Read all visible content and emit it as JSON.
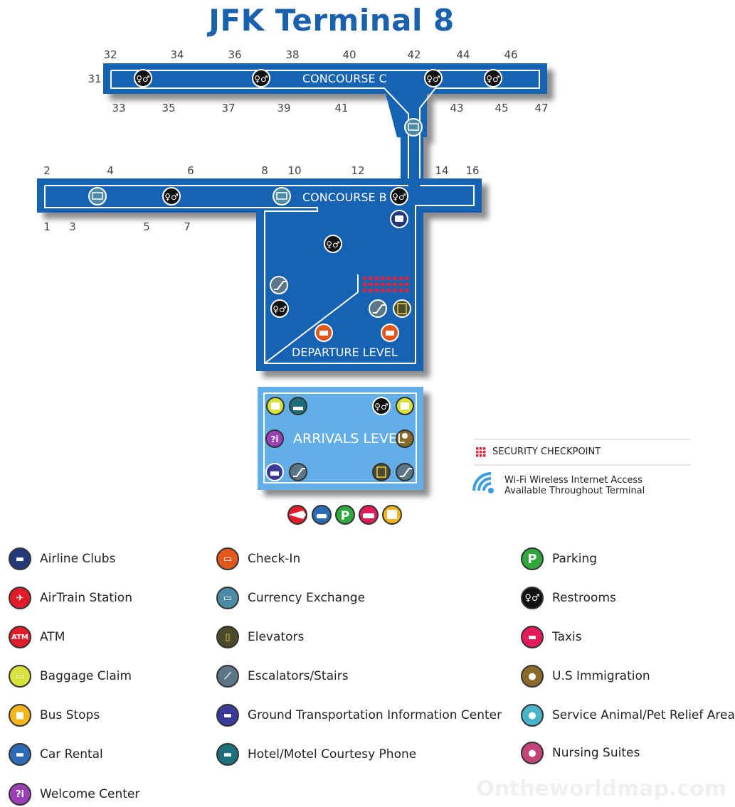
{
  "title": "JFK Terminal 8",
  "concourse_c": {
    "label": "CONCOURSE C",
    "gates_top": [
      "32",
      "34",
      "36",
      "38",
      "40",
      "42",
      "44",
      "46"
    ],
    "gates_bottom": [
      "33",
      "35",
      "37",
      "39",
      "41",
      "43",
      "45",
      "47"
    ],
    "gate_left": "31"
  },
  "concourse_b": {
    "label": "CONCOURSE B",
    "gates_top": [
      "2",
      "4",
      "6",
      "8",
      "10",
      "12",
      "14",
      "16"
    ],
    "gates_bottom": [
      "1",
      "3",
      "5",
      "7"
    ]
  },
  "departure_label": "DEPARTURE LEVEL",
  "arrivals_label": "ARRIVALS LEVEL",
  "security_key": "SECURITY CHECKPOINT",
  "wifi_key_line1": "Wi-Fi Wireless Internet Access",
  "wifi_key_line2": "Available Throughout Terminal",
  "legend": {
    "col1": [
      "Airline Clubs",
      "AirTrain Station",
      "ATM",
      "Baggage Claim",
      "Bus Stops",
      "Car Rental",
      "Welcome Center"
    ],
    "col2": [
      "Check-In",
      "Currency Exchange",
      "Elevators",
      "Escalators/Stairs",
      "Ground Transportation Information Center",
      "Hotel/Motel Courtesy Phone"
    ],
    "col3": [
      "Parking",
      "Restrooms",
      "Taxis",
      "U.S Immigration",
      "Service Animal/Pet Relief Area",
      "Nursing Suites"
    ]
  },
  "atm_icon_text": "ATM",
  "parking_icon_text": "P",
  "welcome_icon_text": "?i",
  "watermark": "Ontheworldmap.com",
  "colors": {
    "terminal_blue": "#1463b4",
    "arrivals_blue": "#63aee6",
    "title_blue": "#1a62ad",
    "security_red": "#e1223b"
  },
  "icons": {
    "airline_clubs": "armchair-icon",
    "airtrain": "train-icon",
    "atm": "atm-icon",
    "baggage_claim": "suitcase-icon",
    "bus_stops": "bus-icon",
    "car_rental": "car-key-icon",
    "welcome_center": "info-icon",
    "check_in": "check-in-icon",
    "currency_exchange": "currency-icon",
    "elevators": "elevator-icon",
    "escalators": "escalator-icon",
    "ground_transportation": "ground-transport-icon",
    "hotel_phone": "hotel-bed-icon",
    "parking": "parking-icon",
    "restrooms": "restroom-icon",
    "taxis": "taxi-icon",
    "immigration": "immigration-officer-icon",
    "pet_relief": "pet-relief-icon",
    "nursing": "nursing-icon"
  }
}
